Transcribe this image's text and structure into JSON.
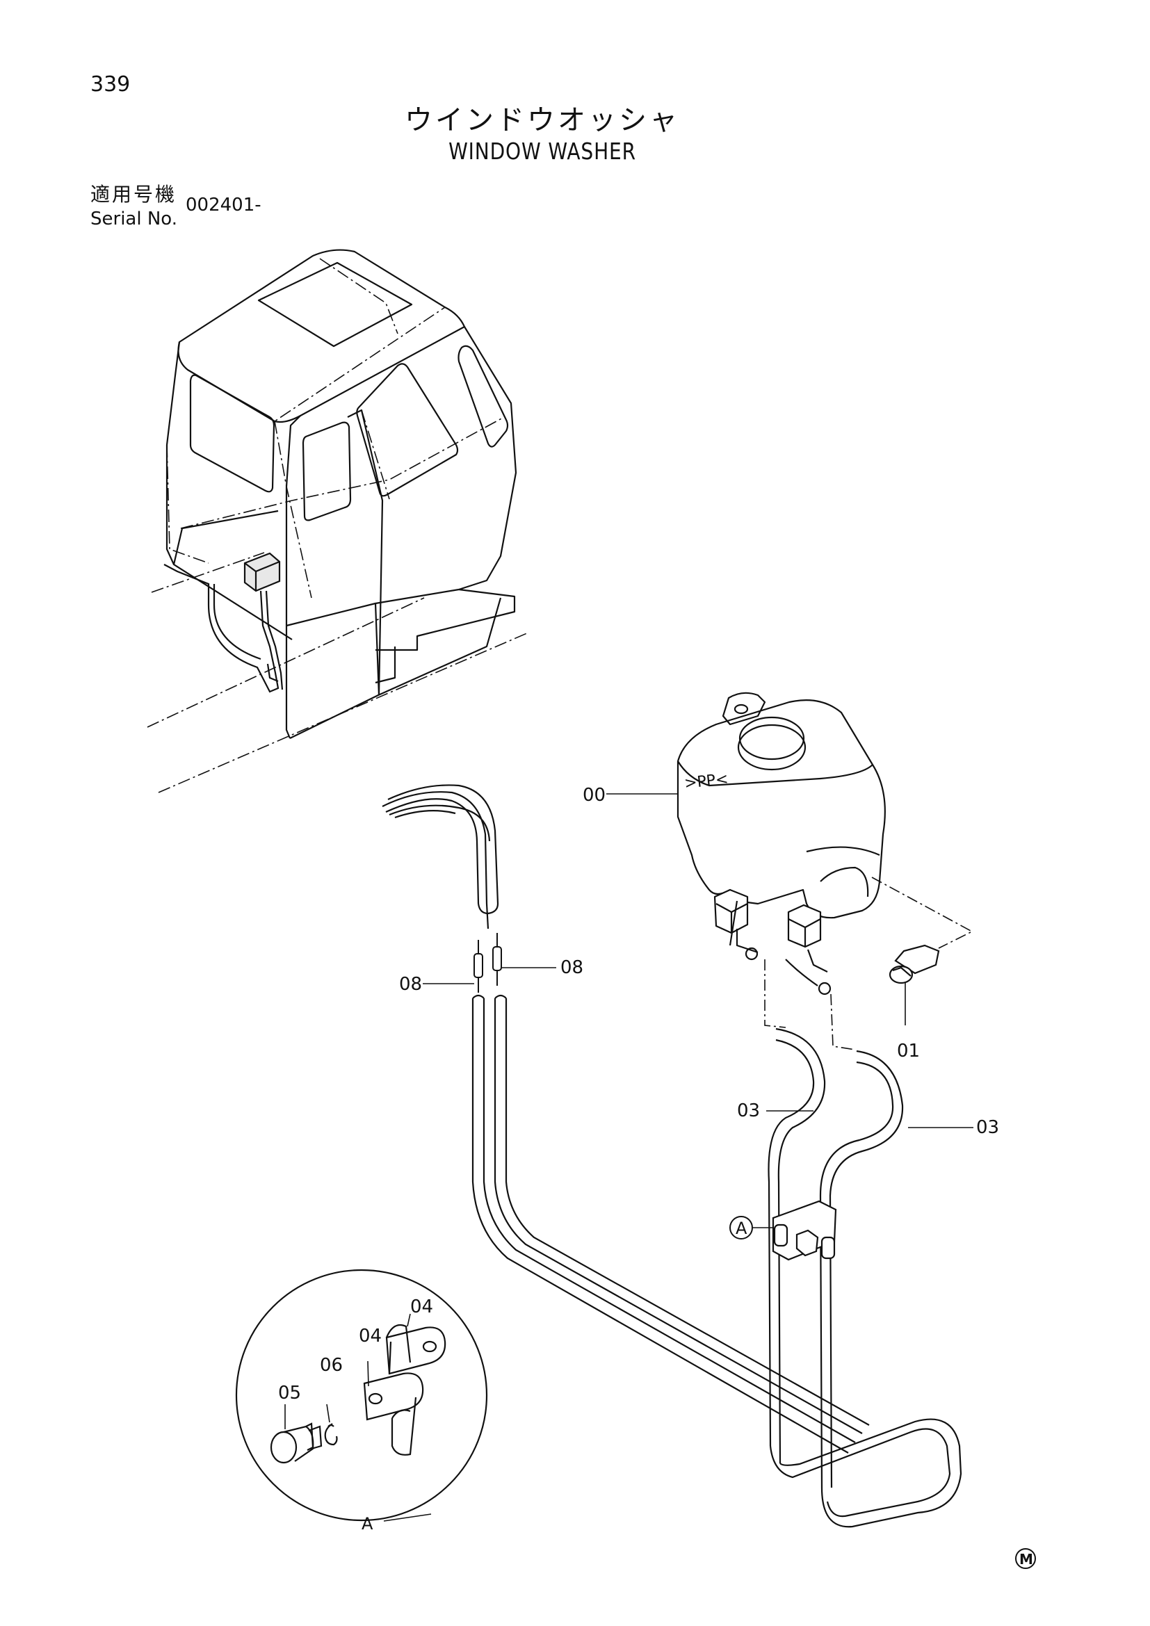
{
  "page_number": "339",
  "title_jp": "ウインドウオッシャ",
  "title_en": "WINDOW WASHER",
  "serial": {
    "label_jp": "適用号機",
    "label_en": "Serial No.",
    "value": "002401-"
  },
  "callouts": {
    "tank": "00",
    "bolt": "01",
    "hose_left": "03",
    "hose_right": "03",
    "valve_left": "08",
    "valve_right": "08",
    "clamp_top": "04",
    "clamp_bottom": "04",
    "bolt_detail": "05",
    "washer_detail": "06",
    "detail_ref_circle": "A",
    "detail_ref_label": "A"
  },
  "tank_marking": ">PP<",
  "footer_mark": "M"
}
